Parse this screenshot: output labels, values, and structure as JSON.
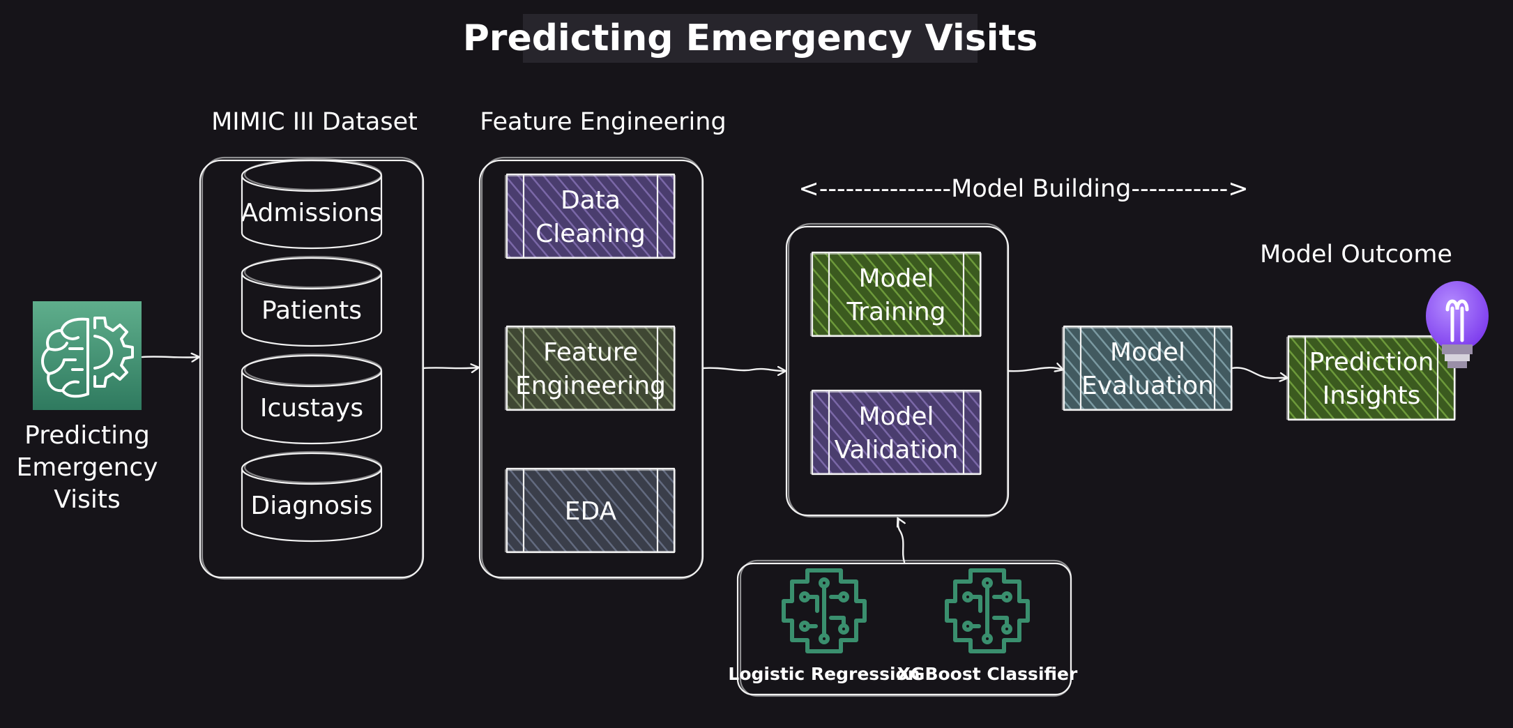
{
  "title": "Predicting Emergency Visits",
  "sections": {
    "dataset": "MIMIC III Dataset",
    "feature_engineering": "Feature Engineering",
    "model_building": "<---------------Model Building----------->",
    "model_outcome": "Model Outcome"
  },
  "source": {
    "label_lines": [
      "Predicting",
      "Emergency",
      "Visits"
    ],
    "icon": "brain-gear-icon"
  },
  "datasets": [
    "Admissions",
    "Patients",
    "Icustays",
    "Diagnosis"
  ],
  "feature_steps": [
    {
      "lines": [
        "Data",
        "Cleaning"
      ],
      "color": "#5a4a82"
    },
    {
      "lines": [
        "Feature",
        "Engineering"
      ],
      "color": "#5b6a48"
    },
    {
      "lines": [
        "EDA"
      ],
      "color": "#525a6e"
    }
  ],
  "model_steps": [
    {
      "lines": [
        "Model",
        "Training"
      ],
      "color": "#4f7a2a"
    },
    {
      "lines": [
        "Model",
        "Validation"
      ],
      "color": "#5a4a82"
    }
  ],
  "evaluation": {
    "lines": [
      "Model",
      "Evaluation"
    ],
    "color": "#5f7f86"
  },
  "outcome": {
    "lines": [
      "Prediction",
      "Insights"
    ],
    "color": "#4f7a2a"
  },
  "algorithms": [
    {
      "label": "Logistic Regression",
      "icon": "ml-chip-icon"
    },
    {
      "label": "XGBoost Classifier",
      "icon": "ml-chip-icon"
    }
  ],
  "colors": {
    "background": "#161419",
    "stroke": "#f2f2f2",
    "title_bg": "#27252c",
    "icon_green_top": "#5fae8c",
    "icon_green_bottom": "#2f7a5f",
    "chip_green": "#3a8f6e",
    "bulb_purple": "#8b5cf6"
  }
}
